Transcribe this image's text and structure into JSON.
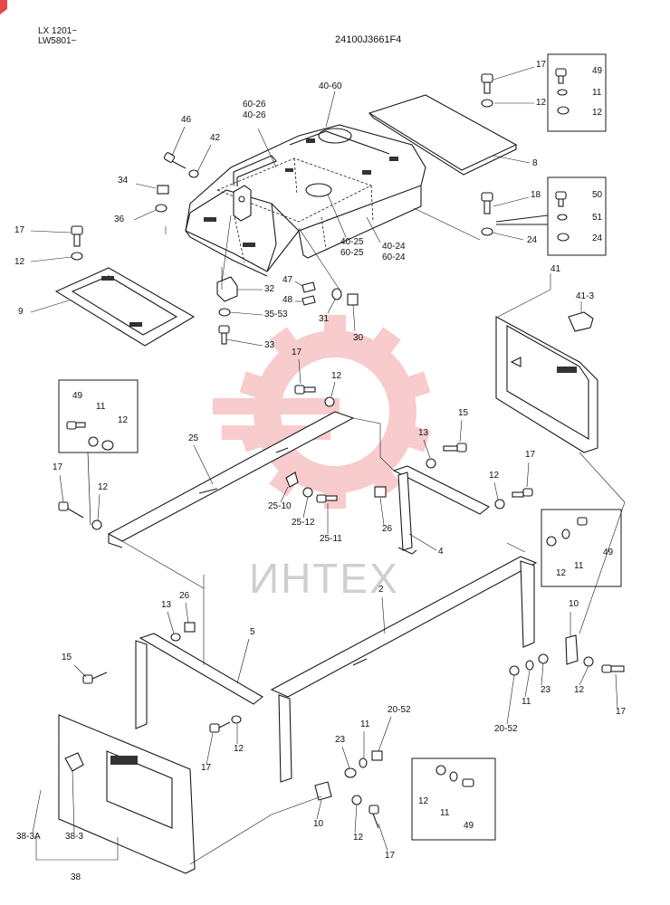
{
  "header": {
    "model_line1": "LX 1201~",
    "model_line2": "LW5801~",
    "drawing_number": "24100J3661F4"
  },
  "watermark": {
    "text": "ИНТЕХ",
    "color": "#e8474a"
  },
  "callouts": [
    {
      "id": "c17a",
      "text": "17"
    },
    {
      "id": "c12a",
      "text": "12"
    },
    {
      "id": "c8",
      "text": "8"
    },
    {
      "id": "c18",
      "text": "18"
    },
    {
      "id": "c24a",
      "text": "24"
    },
    {
      "id": "c40_60",
      "text": "40-60"
    },
    {
      "id": "c60_26",
      "text": "60-26"
    },
    {
      "id": "c40_26",
      "text": "40-26"
    },
    {
      "id": "c46",
      "text": "46"
    },
    {
      "id": "c42",
      "text": "42"
    },
    {
      "id": "c34",
      "text": "34"
    },
    {
      "id": "c36",
      "text": "36"
    },
    {
      "id": "c40_25",
      "text": "40-25"
    },
    {
      "id": "c60_25",
      "text": "60-25"
    },
    {
      "id": "c40_24",
      "text": "40-24"
    },
    {
      "id": "c60_24",
      "text": "60-24"
    },
    {
      "id": "c17b",
      "text": "17"
    },
    {
      "id": "c12b",
      "text": "12"
    },
    {
      "id": "c9",
      "text": "9"
    },
    {
      "id": "c32",
      "text": "32"
    },
    {
      "id": "c47",
      "text": "47"
    },
    {
      "id": "c48",
      "text": "48"
    },
    {
      "id": "c35_53",
      "text": "35-53"
    },
    {
      "id": "c31",
      "text": "31"
    },
    {
      "id": "c30",
      "text": "30"
    },
    {
      "id": "c33",
      "text": "33"
    },
    {
      "id": "c41",
      "text": "41"
    },
    {
      "id": "c41_3",
      "text": "41-3"
    },
    {
      "id": "c17c",
      "text": "17"
    },
    {
      "id": "c12c",
      "text": "12"
    },
    {
      "id": "c25",
      "text": "25"
    },
    {
      "id": "c13a",
      "text": "13"
    },
    {
      "id": "c15a",
      "text": "15"
    },
    {
      "id": "c49a",
      "text": "49"
    },
    {
      "id": "c11a",
      "text": "11"
    },
    {
      "id": "c12d",
      "text": "12"
    },
    {
      "id": "c17d",
      "text": "17"
    },
    {
      "id": "c12e",
      "text": "12"
    },
    {
      "id": "c25_10",
      "text": "25-10"
    },
    {
      "id": "c25_12",
      "text": "25-12"
    },
    {
      "id": "c25_11",
      "text": "25-11"
    },
    {
      "id": "c26a",
      "text": "26"
    },
    {
      "id": "c4",
      "text": "4"
    },
    {
      "id": "c12f",
      "text": "12"
    },
    {
      "id": "c17e",
      "text": "17"
    },
    {
      "id": "c12g",
      "text": "12"
    },
    {
      "id": "c11b",
      "text": "11"
    },
    {
      "id": "c49b",
      "text": "49"
    },
    {
      "id": "c2",
      "text": "2"
    },
    {
      "id": "c13b",
      "text": "13"
    },
    {
      "id": "c26b",
      "text": "26"
    },
    {
      "id": "c5",
      "text": "5"
    },
    {
      "id": "c15b",
      "text": "15"
    },
    {
      "id": "c10a",
      "text": "10"
    },
    {
      "id": "c20_52a",
      "text": "20-52"
    },
    {
      "id": "c11c",
      "text": "11"
    },
    {
      "id": "c23a",
      "text": "23"
    },
    {
      "id": "c12h",
      "text": "12"
    },
    {
      "id": "c17f",
      "text": "17"
    },
    {
      "id": "c17g",
      "text": "17"
    },
    {
      "id": "c12i",
      "text": "12"
    },
    {
      "id": "c20_52b",
      "text": "20-52"
    },
    {
      "id": "c11d",
      "text": "11"
    },
    {
      "id": "c23b",
      "text": "23"
    },
    {
      "id": "c10b",
      "text": "10"
    },
    {
      "id": "c12j",
      "text": "12"
    },
    {
      "id": "c17h",
      "text": "17"
    },
    {
      "id": "c12k",
      "text": "12"
    },
    {
      "id": "c11e",
      "text": "11"
    },
    {
      "id": "c49c",
      "text": "49"
    },
    {
      "id": "c38_3a",
      "text": "38-3A"
    },
    {
      "id": "c38_3",
      "text": "38-3"
    },
    {
      "id": "c38",
      "text": "38"
    }
  ],
  "inset_boxes": [
    {
      "id": "inset-top-right-1",
      "labels": [
        "49",
        "11",
        "12"
      ]
    },
    {
      "id": "inset-top-right-2",
      "labels": [
        "50",
        "51",
        "24"
      ]
    }
  ]
}
